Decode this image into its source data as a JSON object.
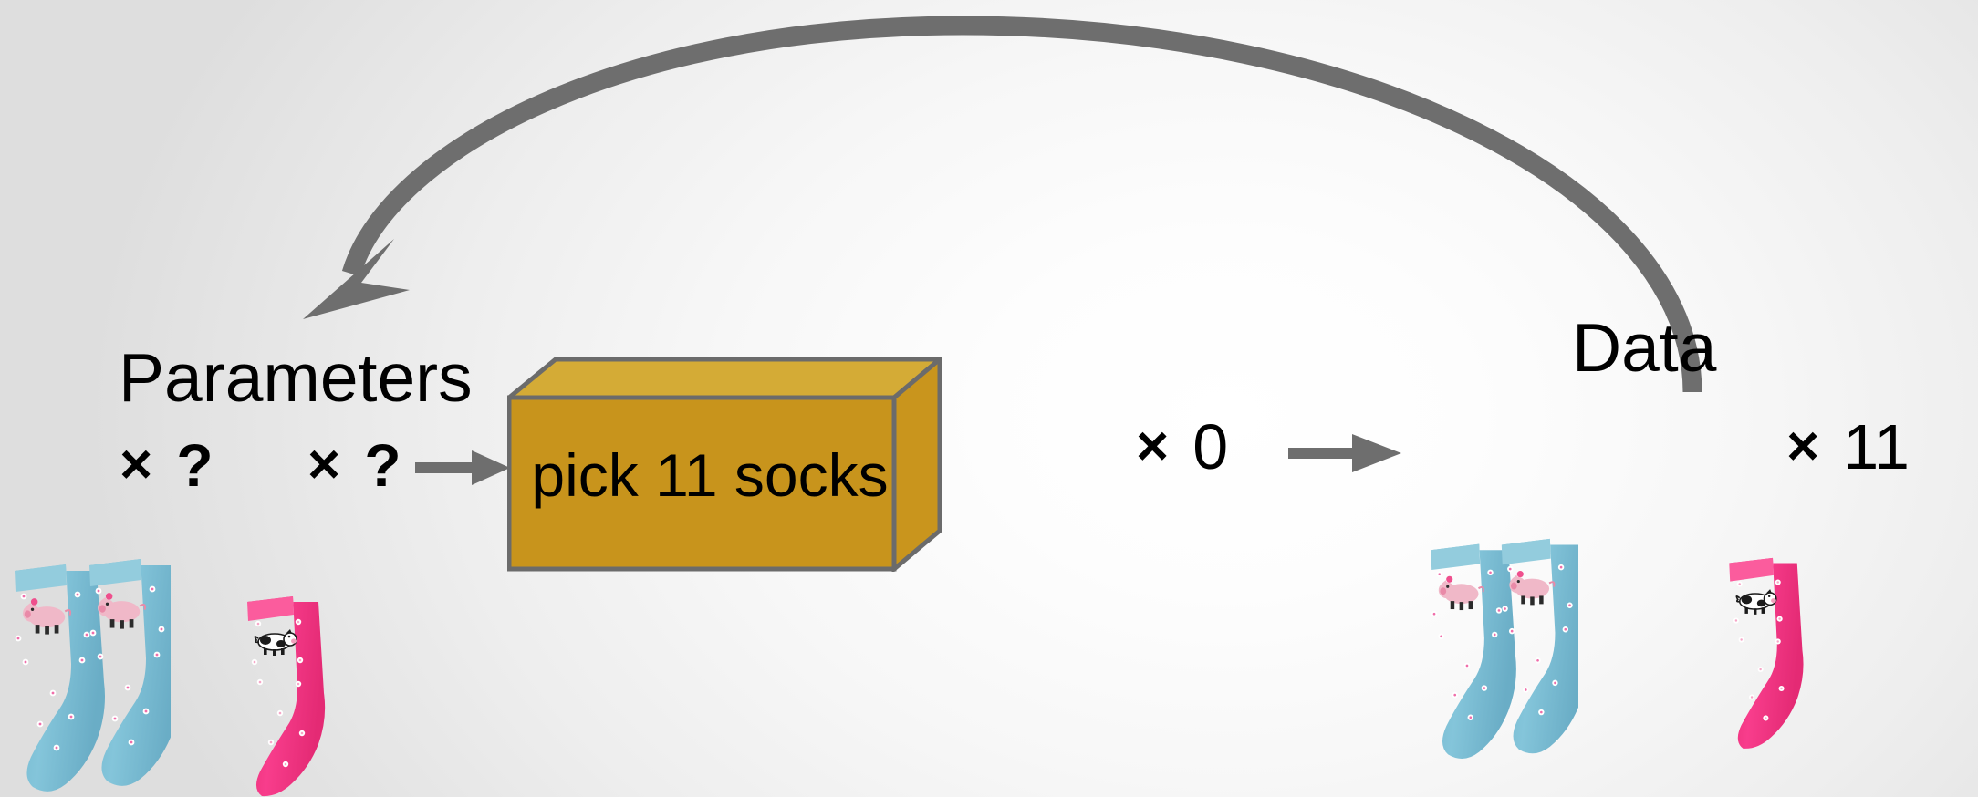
{
  "diagram": {
    "title_left": "Parameters",
    "title_right": "Data",
    "process_box_label": "pick 11 socks",
    "colors": {
      "box_front": "#c8941c",
      "box_top": "#d4ab36",
      "box_side": "#c9951d",
      "box_outline": "#6b6b6b",
      "arrow_gray": "#6e6e6e",
      "sock_blue": "#79bcd4",
      "sock_pink": "#f2307e",
      "text_black": "#000000",
      "background": "#eeeeee"
    },
    "parameters": [
      {
        "item": "blue-pig-socks",
        "sock_color": "blue",
        "motif": "pig",
        "multiply_symbol": "×",
        "count": "?"
      },
      {
        "item": "pink-cow-sock",
        "sock_color": "pink",
        "motif": "cow",
        "multiply_symbol": "×",
        "count": "?"
      }
    ],
    "data": [
      {
        "item": "blue-pig-socks",
        "sock_color": "blue",
        "motif": "pig",
        "multiply_symbol": "×",
        "count": "0"
      },
      {
        "item": "pink-cow-sock",
        "sock_color": "pink",
        "motif": "cow",
        "multiply_symbol": "×",
        "count": "11"
      }
    ],
    "arrows": {
      "feedback_arrow": "curved-arrow-data-to-parameters",
      "input_arrow": "parameters-to-process",
      "output_arrow": "process-to-data"
    }
  }
}
